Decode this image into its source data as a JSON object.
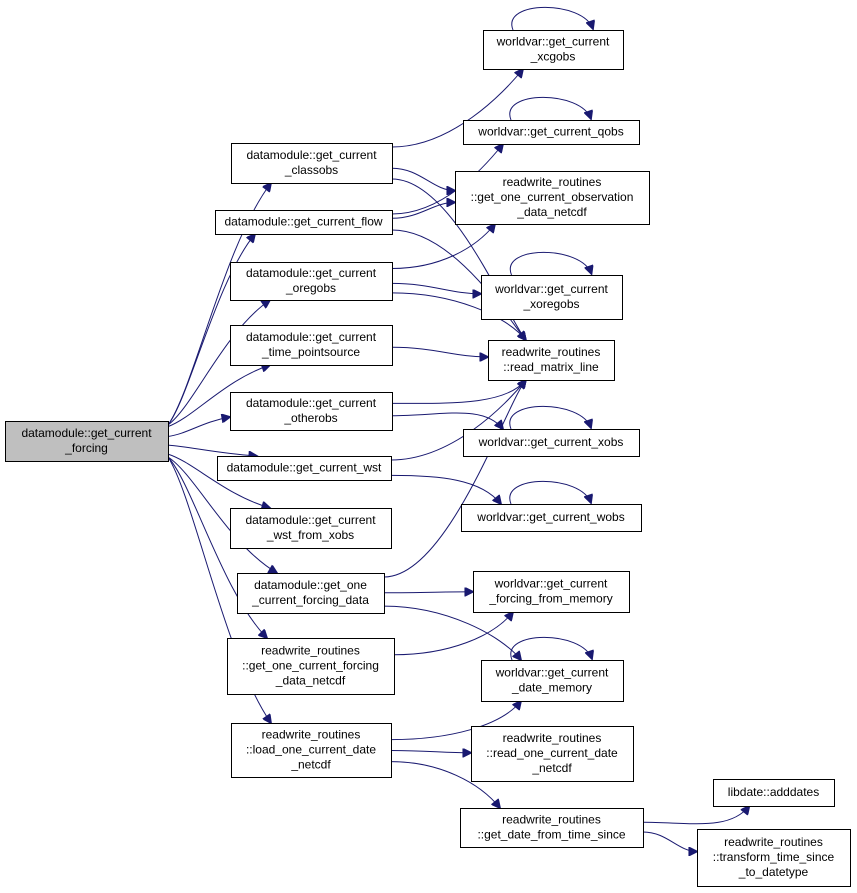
{
  "colors": {
    "edge": "#191970",
    "root_fill": "#bfbfbf",
    "node_fill": "#ffffff",
    "border": "#000000"
  },
  "nodes": {
    "root": [
      "datamodule::get_current",
      "_forcing"
    ],
    "classobs": [
      "datamodule::get_current",
      "_classobs"
    ],
    "flow": [
      "datamodule::get_current_flow"
    ],
    "oregobs": [
      "datamodule::get_current",
      "_oregobs"
    ],
    "time_pointsource": [
      "datamodule::get_current",
      "_time_pointsource"
    ],
    "otherobs": [
      "datamodule::get_current",
      "_otherobs"
    ],
    "wst": [
      "datamodule::get_current_wst"
    ],
    "wst_from_xobs": [
      "datamodule::get_current",
      "_wst_from_xobs"
    ],
    "one_current_forcing_data": [
      "datamodule::get_one",
      "_current_forcing_data"
    ],
    "rw_forcing_netcdf": [
      "readwrite_routines",
      "::get_one_current_forcing",
      "_data_netcdf"
    ],
    "rw_load_date": [
      "readwrite_routines",
      "::load_one_current_date",
      "_netcdf"
    ],
    "xcgobs": [
      "worldvar::get_current",
      "_xcgobs"
    ],
    "qobs": [
      "worldvar::get_current_qobs"
    ],
    "rw_observation": [
      "readwrite_routines",
      "::get_one_current_observation",
      "_data_netcdf"
    ],
    "xoregobs": [
      "worldvar::get_current",
      "_xoregobs"
    ],
    "read_matrix_line": [
      "readwrite_routines",
      "::read_matrix_line"
    ],
    "xobs": [
      "worldvar::get_current_xobs"
    ],
    "wobs": [
      "worldvar::get_current_wobs"
    ],
    "forcing_from_memory": [
      "worldvar::get_current",
      "_forcing_from_memory"
    ],
    "date_memory": [
      "worldvar::get_current",
      "_date_memory"
    ],
    "rw_read_date": [
      "readwrite_routines",
      "::read_one_current_date",
      "_netcdf"
    ],
    "rw_date_from_time": [
      "readwrite_routines",
      "::get_date_from_time_since"
    ],
    "adddates": [
      "libdate::adddates"
    ],
    "transform_time": [
      "readwrite_routines",
      "::transform_time_since",
      "_to_datetype"
    ]
  },
  "edges": [
    [
      "root",
      "classobs"
    ],
    [
      "root",
      "flow"
    ],
    [
      "root",
      "oregobs"
    ],
    [
      "root",
      "time_pointsource"
    ],
    [
      "root",
      "otherobs"
    ],
    [
      "root",
      "wst"
    ],
    [
      "root",
      "wst_from_xobs"
    ],
    [
      "root",
      "one_current_forcing_data"
    ],
    [
      "root",
      "rw_forcing_netcdf"
    ],
    [
      "root",
      "rw_load_date"
    ],
    [
      "classobs",
      "xcgobs"
    ],
    [
      "classobs",
      "rw_observation"
    ],
    [
      "classobs",
      "read_matrix_line"
    ],
    [
      "flow",
      "qobs"
    ],
    [
      "flow",
      "rw_observation"
    ],
    [
      "flow",
      "read_matrix_line"
    ],
    [
      "oregobs",
      "rw_observation"
    ],
    [
      "oregobs",
      "xoregobs"
    ],
    [
      "oregobs",
      "read_matrix_line"
    ],
    [
      "time_pointsource",
      "read_matrix_line"
    ],
    [
      "otherobs",
      "read_matrix_line"
    ],
    [
      "otherobs",
      "xobs"
    ],
    [
      "wst",
      "read_matrix_line"
    ],
    [
      "wst",
      "wobs"
    ],
    [
      "one_current_forcing_data",
      "read_matrix_line"
    ],
    [
      "one_current_forcing_data",
      "forcing_from_memory"
    ],
    [
      "one_current_forcing_data",
      "date_memory"
    ],
    [
      "rw_forcing_netcdf",
      "forcing_from_memory"
    ],
    [
      "rw_load_date",
      "date_memory"
    ],
    [
      "rw_load_date",
      "rw_read_date"
    ],
    [
      "rw_load_date",
      "rw_date_from_time"
    ],
    [
      "rw_date_from_time",
      "adddates"
    ],
    [
      "rw_date_from_time",
      "transform_time"
    ]
  ],
  "self_loops": [
    "xcgobs",
    "qobs",
    "xoregobs",
    "xobs",
    "wobs",
    "date_memory"
  ]
}
